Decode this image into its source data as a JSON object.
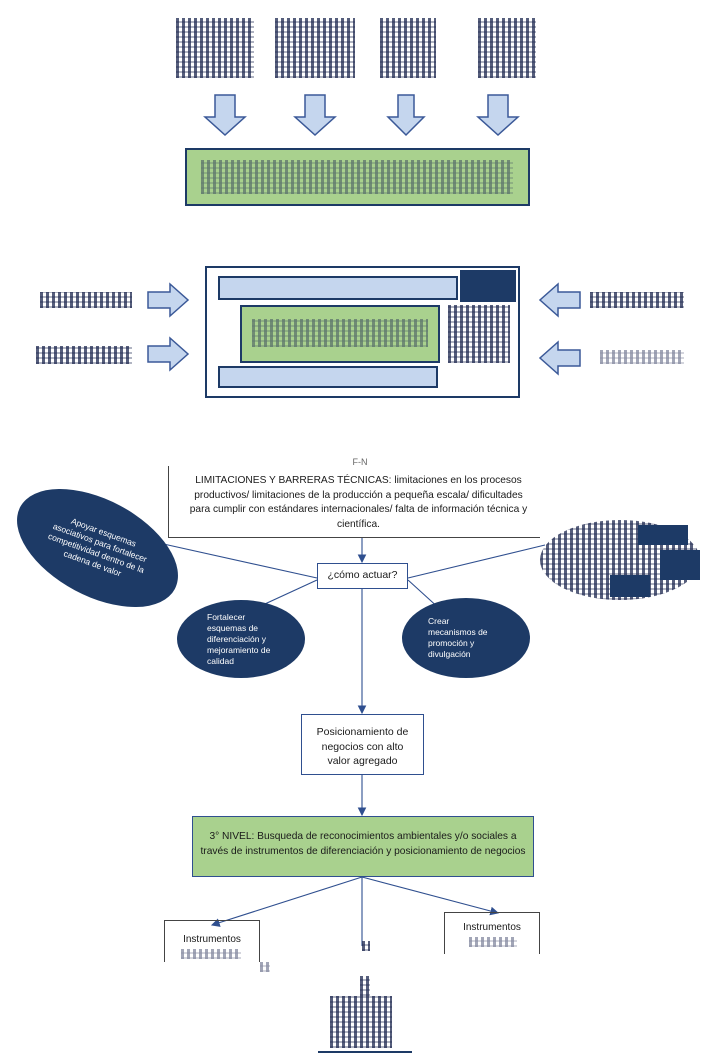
{
  "top_label": "F-N",
  "limitations": {
    "text": "LIMITACIONES Y BARRERAS TÉCNICAS: limitaciones en los procesos productivos/ limitaciones de la producción a pequeña escala/ dificultades para cumplir con estándares internacionales/ falta de información técnica y científica."
  },
  "question": "¿cómo actuar?",
  "ellipse_left": "Apoyar esquemas asociativos para fortalecer competitividad dentro de la cadena de valor",
  "circle_left": "Fortalecer esquemas de diferenciación y mejoramiento de calidad",
  "circle_right": "Crear mecanismos de promoción y divulgación",
  "positioning": "Posicionamiento de negocios con alto valor agregado",
  "level3": "3° NIVEL: Busqueda de reconocimientos ambientales y/o sociales a través de instrumentos de diferenciación y posicionamiento de negocios",
  "instr_left": "Instrumentos",
  "instr_right": "Instrumentos",
  "colors": {
    "navy": "#1d3a66",
    "green": "#a9d18e",
    "arrow": "#3b5998",
    "light_blue": "#c5d6ee"
  }
}
